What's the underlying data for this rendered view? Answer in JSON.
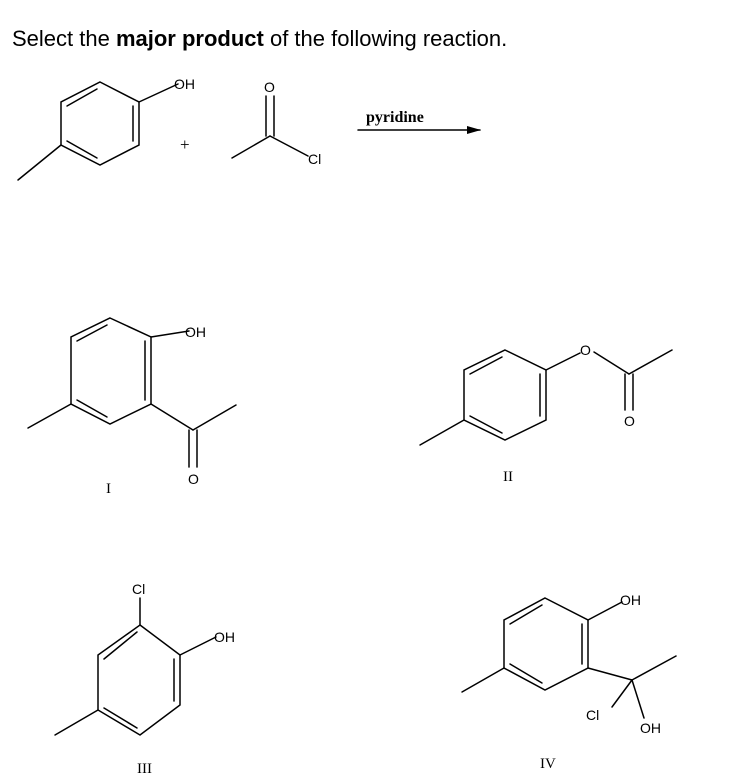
{
  "question": {
    "prefix": "Select the ",
    "emphasis": "major product",
    "suffix": " of the following reaction."
  },
  "reaction": {
    "plus": "+",
    "condition": "pyridine"
  },
  "atoms": {
    "oh": "OH",
    "o": "O",
    "cl": "Cl"
  },
  "choices": [
    {
      "label": "I"
    },
    {
      "label": "II"
    },
    {
      "label": "III"
    },
    {
      "label": "IV"
    }
  ]
}
